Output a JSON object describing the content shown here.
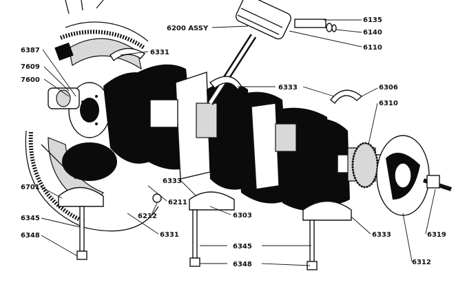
{
  "diagram": {
    "parts": [
      {
        "id": "6135",
        "label": "6135"
      },
      {
        "id": "6200",
        "label": "6200 ASSY"
      },
      {
        "id": "6140",
        "label": "6140"
      },
      {
        "id": "6110",
        "label": "6110"
      },
      {
        "id": "6387",
        "label": "6387"
      },
      {
        "id": "6331a",
        "label": "6331"
      },
      {
        "id": "7609",
        "label": "7609"
      },
      {
        "id": "7600",
        "label": "7600"
      },
      {
        "id": "6333a",
        "label": "6333"
      },
      {
        "id": "6306",
        "label": "6306"
      },
      {
        "id": "6310",
        "label": "6310"
      },
      {
        "id": "6333b",
        "label": "6333"
      },
      {
        "id": "6701",
        "label": "6701"
      },
      {
        "id": "6211",
        "label": "6211"
      },
      {
        "id": "6212",
        "label": "6212"
      },
      {
        "id": "6303",
        "label": "6303"
      },
      {
        "id": "6345a",
        "label": "6345"
      },
      {
        "id": "6348a",
        "label": "6348"
      },
      {
        "id": "6331b",
        "label": "6331"
      },
      {
        "id": "6345b",
        "label": "6345"
      },
      {
        "id": "6348b",
        "label": "6348"
      },
      {
        "id": "6333c",
        "label": "6333"
      },
      {
        "id": "6319",
        "label": "6319"
      },
      {
        "id": "6312",
        "label": "6312"
      }
    ]
  }
}
